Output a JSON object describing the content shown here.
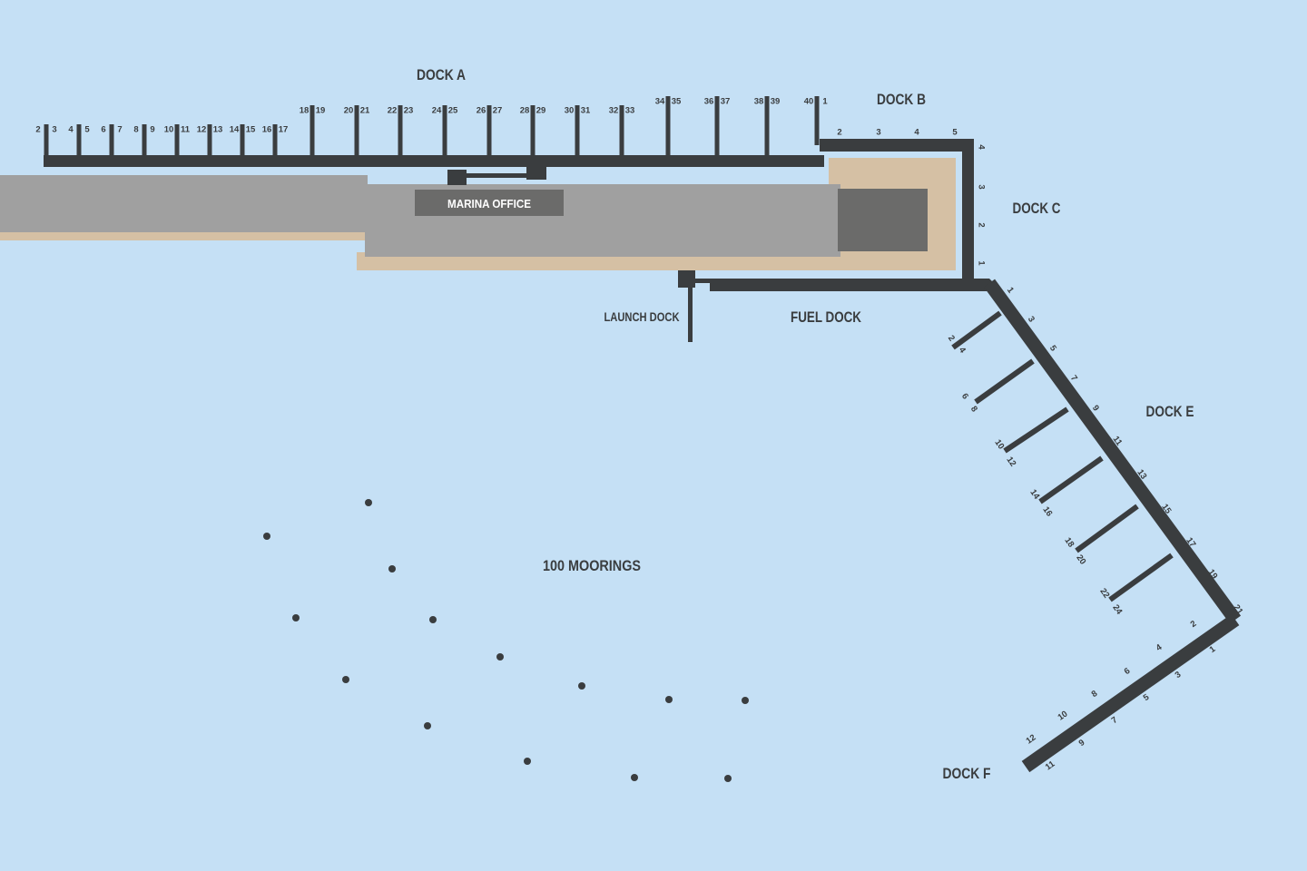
{
  "colors": {
    "water": "#c5e0f5",
    "dock": "#3a3d3f",
    "land": "#a0a0a0",
    "sand": "#d5c0a4",
    "building": "#6b6b6a",
    "text": "#3a3d3f"
  },
  "labels": {
    "dock_a": "DOCK A",
    "dock_b": "DOCK B",
    "dock_c": "DOCK C",
    "dock_e": "DOCK E",
    "dock_f": "DOCK F",
    "fuel_dock": "FUEL DOCK",
    "launch_dock": "LAUNCH DOCK",
    "moorings": "100 MOORINGS",
    "marina_office": "MARINA OFFICE"
  },
  "dock_a": {
    "slip_pairs": [
      [
        "2",
        "3"
      ],
      [
        "4",
        "5"
      ],
      [
        "6",
        "7"
      ],
      [
        "8",
        "9"
      ],
      [
        "10",
        "11"
      ],
      [
        "12",
        "13"
      ],
      [
        "14",
        "15"
      ],
      [
        "16",
        "17"
      ],
      [
        "18",
        "19"
      ],
      [
        "20",
        "21"
      ],
      [
        "22",
        "23"
      ],
      [
        "24",
        "25"
      ],
      [
        "26",
        "27"
      ],
      [
        "28",
        "29"
      ],
      [
        "30",
        "31"
      ],
      [
        "32",
        "33"
      ],
      [
        "34",
        "35"
      ],
      [
        "36",
        "37"
      ],
      [
        "38",
        "39"
      ],
      [
        "40",
        "1"
      ]
    ]
  },
  "dock_b": {
    "slips": [
      "2",
      "3",
      "4",
      "5"
    ]
  },
  "dock_c": {
    "slips": [
      "4",
      "3",
      "2",
      "1"
    ]
  },
  "dock_e": {
    "outer_slips": [
      "1",
      "3",
      "5",
      "7",
      "9",
      "11",
      "13",
      "15",
      "17",
      "19",
      "21"
    ],
    "finger_slips": [
      [
        "2",
        "4"
      ],
      [
        "6",
        "8"
      ],
      [
        "10",
        "12"
      ],
      [
        "14",
        "16"
      ],
      [
        "18",
        "20"
      ],
      [
        "22",
        "24"
      ]
    ]
  },
  "dock_f": {
    "upper_slips": [
      "2",
      "4",
      "6",
      "8",
      "10",
      "12"
    ],
    "lower_slips": [
      "1",
      "3",
      "5",
      "7",
      "9",
      "11"
    ]
  },
  "moorings_count": 14
}
